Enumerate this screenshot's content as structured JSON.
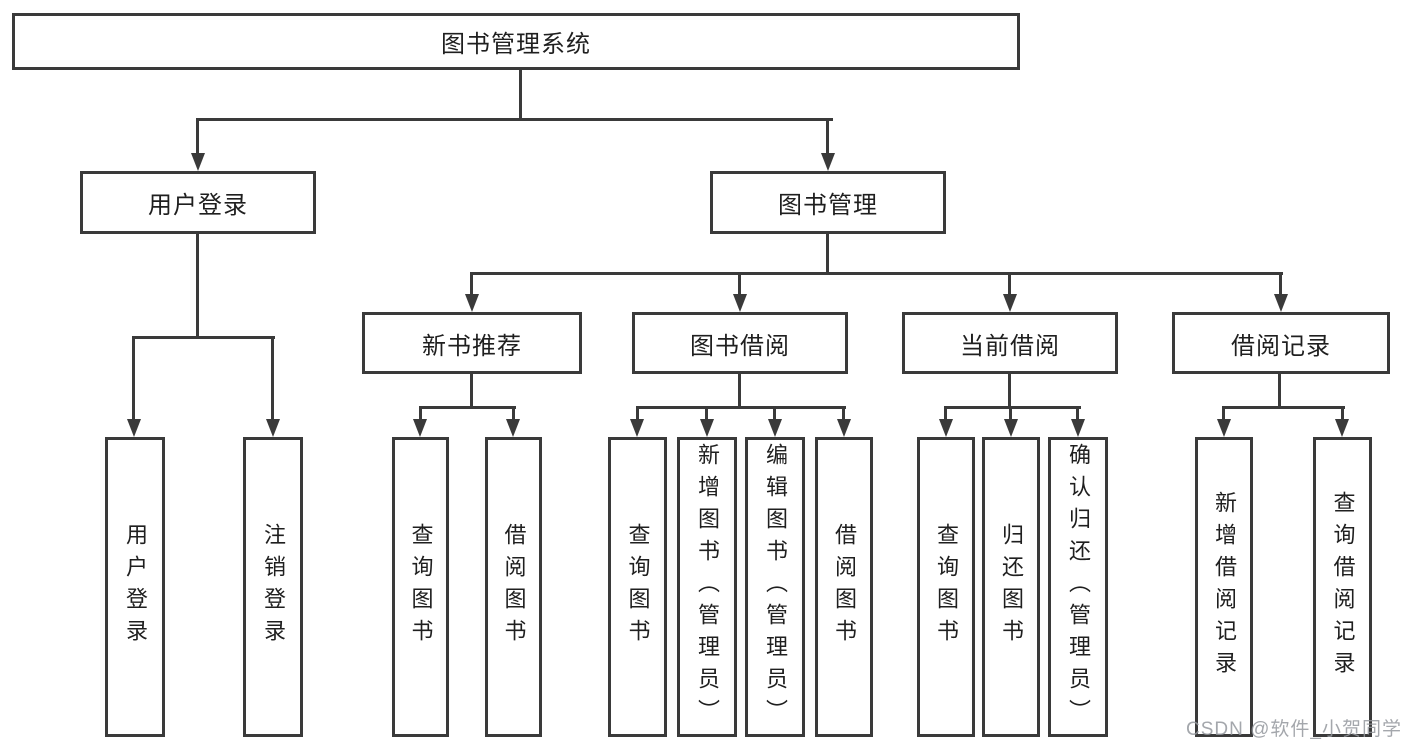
{
  "diagram": {
    "root": {
      "label": "图书管理系统"
    },
    "level2": [
      {
        "label": "用户登录"
      },
      {
        "label": "图书管理"
      }
    ],
    "user_login_children": [
      {
        "label": "用户登录"
      },
      {
        "label": "注销登录"
      }
    ],
    "level3": [
      {
        "label": "新书推荐"
      },
      {
        "label": "图书借阅"
      },
      {
        "label": "当前借阅"
      },
      {
        "label": "借阅记录"
      }
    ],
    "new_book_children": [
      {
        "label": "查询图书"
      },
      {
        "label": "借阅图书"
      }
    ],
    "book_borrow_children": [
      {
        "label": "查询图书"
      },
      {
        "label": "新增图书（管理员）"
      },
      {
        "label": "编辑图书（管理员）"
      },
      {
        "label": "借阅图书"
      }
    ],
    "current_borrow_children": [
      {
        "label": "查询图书"
      },
      {
        "label": "归还图书"
      },
      {
        "label": "确认归还（管理员）"
      }
    ],
    "borrow_record_children": [
      {
        "label": "新增借阅记录"
      },
      {
        "label": "查询借阅记录"
      }
    ]
  },
  "colors": {
    "stroke": "#3a3a3a",
    "text": "#1f1f1f",
    "watermark": "#94989e"
  },
  "watermark": {
    "text": "CSDN @软件_小贺同学"
  }
}
